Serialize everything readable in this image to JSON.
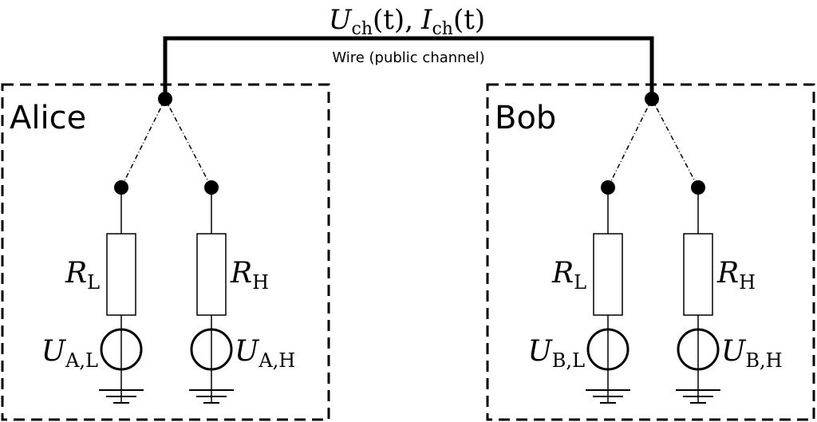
{
  "channel": {
    "signal_label": {
      "u_sym": "U",
      "u_sub": "ch",
      "u_arg": "(t),",
      "i_sym": "I",
      "i_sub": "ch",
      "i_arg": "(t)"
    },
    "wire_label": "Wire (public channel)"
  },
  "parties": [
    {
      "name": "Alice",
      "r_low": {
        "sym": "R",
        "sub": "L"
      },
      "r_high": {
        "sym": "R",
        "sub": "H"
      },
      "u_low": {
        "sym": "U",
        "sub": "A,L"
      },
      "u_high": {
        "sym": "U",
        "sub": "A,H"
      }
    },
    {
      "name": "Bob",
      "r_low": {
        "sym": "R",
        "sub": "L"
      },
      "r_high": {
        "sym": "R",
        "sub": "H"
      },
      "u_low": {
        "sym": "U",
        "sub": "B,L"
      },
      "u_high": {
        "sym": "U",
        "sub": "B,H"
      }
    }
  ],
  "colors": {
    "stroke": "#000000",
    "fill": "#ffffff"
  }
}
